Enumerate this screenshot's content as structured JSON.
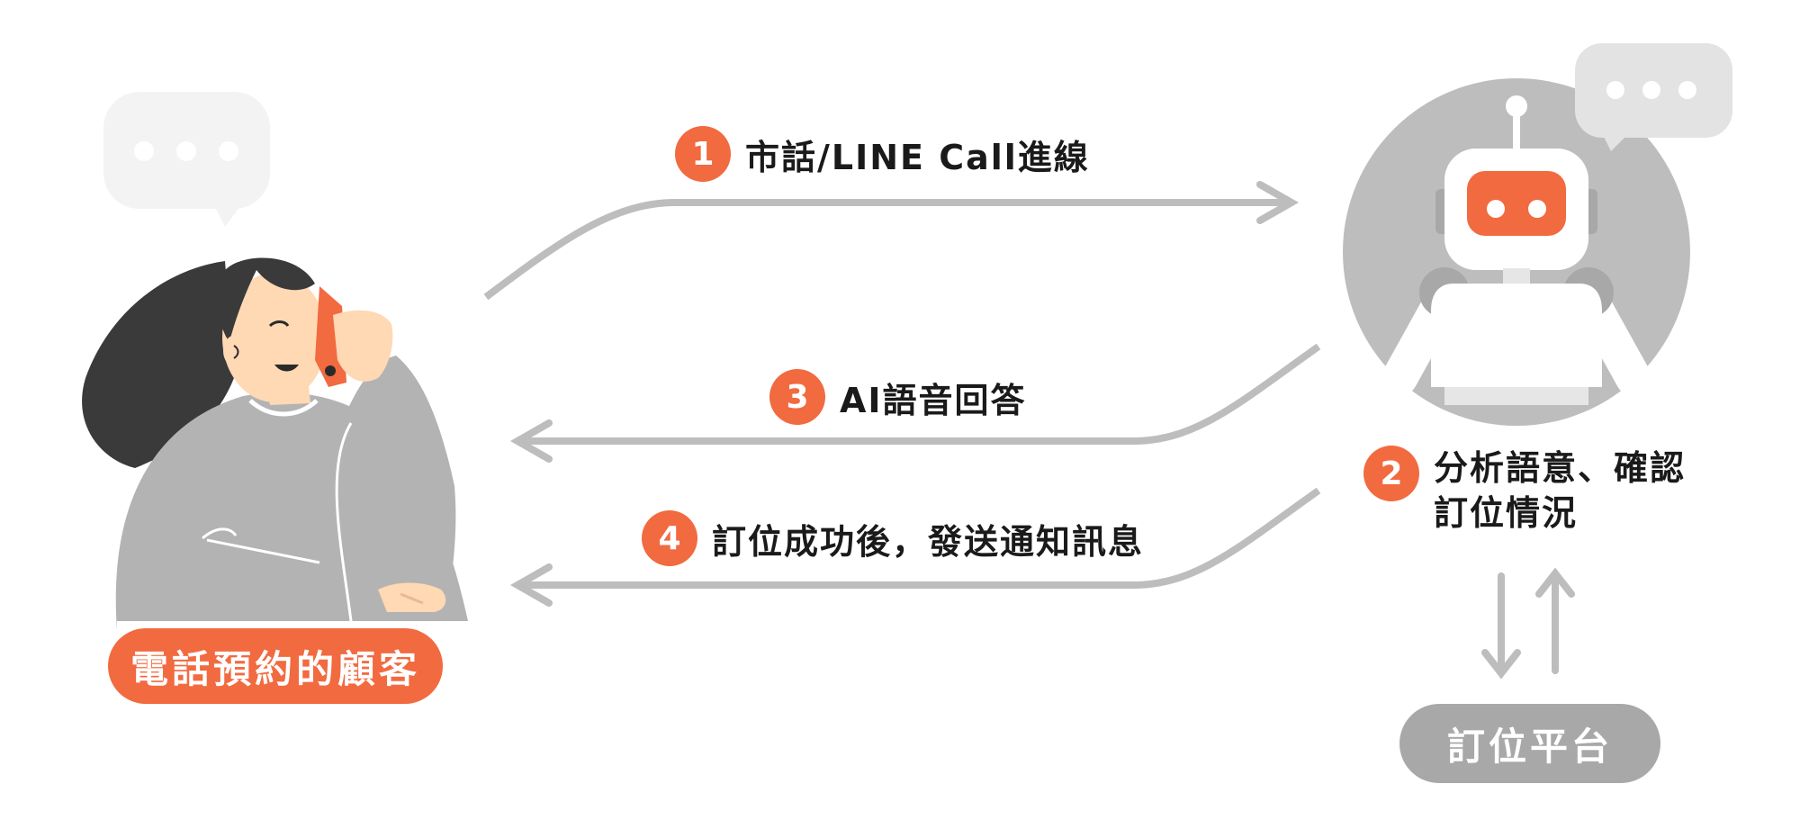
{
  "colors": {
    "accent": "#f26a3f",
    "gray": "#b3b3b3",
    "light_gray": "#e0e0e0",
    "dark": "#3a3a3a",
    "skin": "#ffd8b4"
  },
  "customer": {
    "label": "電話預約的顧客"
  },
  "platform": {
    "label": "訂位平台"
  },
  "steps": [
    {
      "number": "1",
      "label": "市話/LINE Call進線"
    },
    {
      "number": "2",
      "label_line1": "分析語意、確認",
      "label_line2": "訂位情況"
    },
    {
      "number": "3",
      "label": "AI語音回答"
    },
    {
      "number": "4",
      "label": "訂位成功後，發送通知訊息"
    }
  ],
  "icons": [
    "speech-bubble-icon",
    "robot-icon",
    "phone-icon",
    "arrow-icon"
  ]
}
